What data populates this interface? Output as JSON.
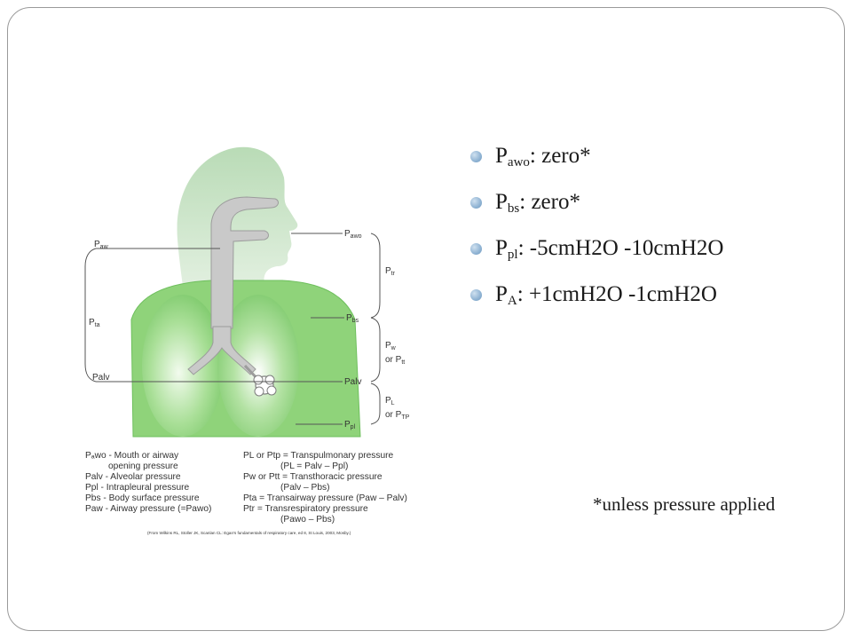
{
  "bullets": [
    {
      "main": "P",
      "sub": "awo",
      "text": ":  zero*"
    },
    {
      "main": "P",
      "sub": "bs",
      "text": ":  zero*"
    },
    {
      "main": "P",
      "sub": "pl",
      "text": ": -5cmH2O -10cmH2O"
    },
    {
      "main": "P",
      "sub": "A",
      "text": ": +1cmH2O -1cmH2O"
    }
  ],
  "footnote": "*unless pressure applied",
  "figure": {
    "left_labels": {
      "aw": "P",
      "aw_sub": "aw",
      "ta": "P",
      "ta_sub": "ta",
      "alv": "Palv"
    },
    "right_labels": {
      "awo": "P",
      "awo_sub": "awo",
      "bs": "P",
      "bs_sub": "bs",
      "alv": "Palv",
      "pl": "P",
      "pl_sub": "pl",
      "tr": "P",
      "tr_sub": "tr",
      "w_line1": "P",
      "w_sub": "w",
      "w_line2": "or P",
      "w_sub2": "tt",
      "l_line1": "P",
      "l_sub": "L",
      "l_line2": "or P",
      "l_sub2": "TP"
    },
    "legend_left": [
      "Pₐwo - Mouth or airway",
      "opening pressure",
      "Palv - Alveolar pressure",
      "Ppl - Intrapleural pressure",
      "Pbs - Body surface pressure",
      "Paw - Airway pressure (=Pawo)"
    ],
    "legend_right": [
      "PL or Ptp = Transpulmonary pressure",
      "(PL = Palv – Ppl)",
      "Pw or Ptt = Transthoracic pressure",
      "(Palv – Pbs)",
      "Pta = Transairway pressure (Paw – Palv)",
      "Ptr = Transrespiratory pressure",
      "(Pawo – Pbs)"
    ],
    "citation": "(From Wilkins RL, Stoller JK, Scanlan CL: Egan's fundamentals of respiratory care, ed 8, St Louis, 2003, Mosby.)"
  },
  "colors": {
    "accent_bullet": "#8fb3d3",
    "lung_green": "#8fd37a",
    "head_green": "#c8e3c6"
  }
}
